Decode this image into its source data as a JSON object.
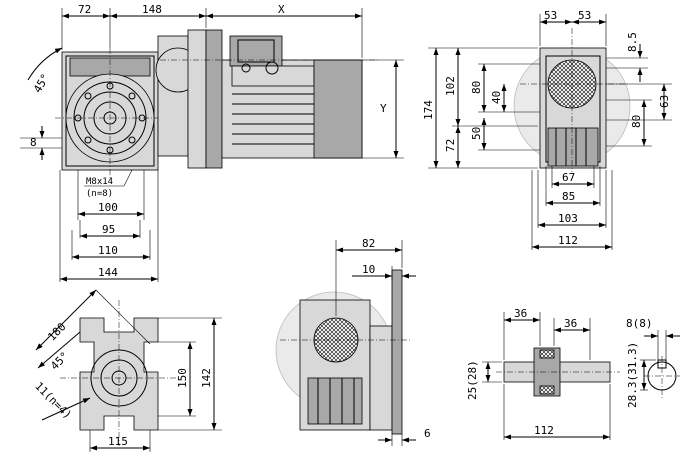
{
  "front_view": {
    "dim_72": "72",
    "dim_148": "148",
    "dim_x": "X",
    "dim_y": "Y",
    "angle": "45°",
    "dim_8": "8",
    "thread": "M8x14",
    "thread_count": "(n=8)",
    "dim_100": "100",
    "dim_95": "95",
    "dim_110": "110",
    "dim_144": "144"
  },
  "side_view": {
    "dim_53a": "53",
    "dim_53b": "53",
    "dim_8_5": "8.5",
    "dim_174": "174",
    "dim_102": "102",
    "dim_80a": "80",
    "dim_40": "40",
    "dim_63": "63",
    "dim_80b": "80",
    "dim_72": "72",
    "dim_50": "50",
    "dim_67": "67",
    "dim_85": "85",
    "dim_103": "103",
    "dim_112": "112"
  },
  "flange_view": {
    "dim_180": "180",
    "angle": "45°",
    "holes": "11(n=4)",
    "dim_150": "150",
    "dim_142": "142",
    "dim_115": "115"
  },
  "arm_view": {
    "dim_82": "82",
    "dim_10": "10",
    "dim_6": "6"
  },
  "shaft_view": {
    "dim_36a": "36",
    "dim_36b": "36",
    "diam": "25(28)",
    "dim_112": "112"
  },
  "key_view": {
    "key_width": "8(8)",
    "key_height": "28.3(31.3)"
  }
}
